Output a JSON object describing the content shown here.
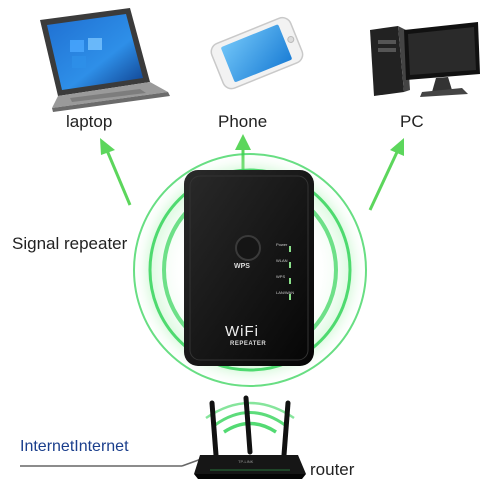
{
  "devices": {
    "laptop": "laptop",
    "phone": "Phone",
    "pc": "PC"
  },
  "repeater": {
    "label": "Signal repeater",
    "button_label": "WPS",
    "indicators": [
      "Power",
      "WLAN",
      "WPS",
      "LAN/WAN"
    ],
    "brand": "WiFi",
    "model": "REPEATER"
  },
  "router": {
    "label": "router",
    "front_text": "TP-LINK"
  },
  "internet": {
    "label": "InternetInternet"
  },
  "colors": {
    "signal_green": "#35d35a",
    "arrow_green": "#5cd65c",
    "device_black": "#111111",
    "internet_blue": "#1a3e8c",
    "cable_gray": "#666666"
  }
}
